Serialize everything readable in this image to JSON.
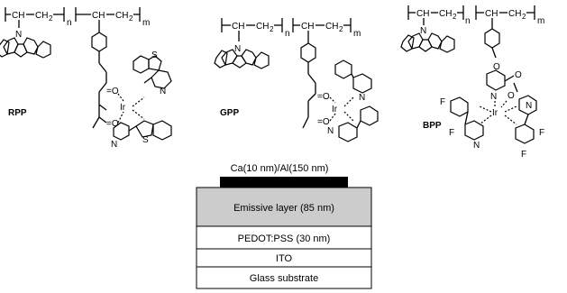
{
  "molecules": [
    {
      "id": "rpp",
      "name": "RPP"
    },
    {
      "id": "gpp",
      "name": "GPP"
    },
    {
      "id": "bpp",
      "name": "BPP"
    }
  ],
  "chem": {
    "ch": "CH",
    "ch2": "CH",
    "sub2": "2",
    "n": "n",
    "m": "m",
    "N": "N",
    "S": "S",
    "O": "O",
    "Ir": "Ir",
    "F": "F",
    "eqO": "=O"
  },
  "device": {
    "cathode_label": "Ca(10 nm)/Al(150 nm)",
    "layers": [
      {
        "label": "Emissive layer (85 nm)",
        "fill": "#cccccc"
      },
      {
        "label": "PEDOT:PSS (30 nm)",
        "fill": "#ffffff"
      },
      {
        "label": "ITO",
        "fill": "#ffffff"
      },
      {
        "label": "Glass substrate",
        "fill": "#ffffff"
      }
    ],
    "cathode_color": "#000000"
  }
}
